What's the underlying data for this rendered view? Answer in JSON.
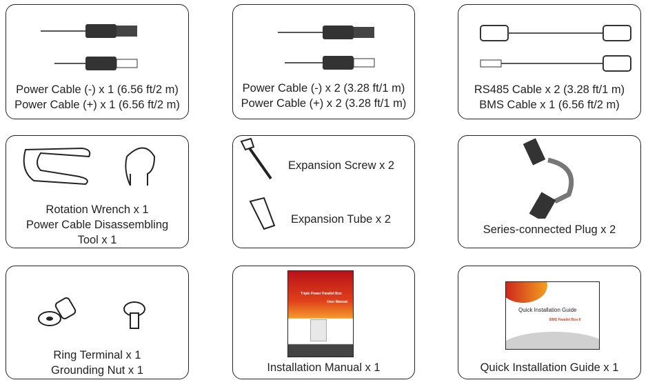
{
  "items": [
    {
      "lines": [
        "Power Cable (-) x 1 (6.56 ft/2 m)",
        "Power Cable (+) x 1 (6.56 ft/2 m)"
      ]
    },
    {
      "lines": [
        "Power Cable (-) x 2 (3.28 ft/1 m)",
        "Power Cable (+) x 2 (3.28 ft/1 m)"
      ]
    },
    {
      "lines": [
        "RS485 Cable x 2 (3.28 ft/1 m)",
        "BMS Cable x 1 (6.56 ft/2 m)"
      ]
    },
    {
      "lines": [
        "Rotation Wrench x 1",
        "Power Cable Disassembling",
        "Tool x 1"
      ]
    },
    {
      "lines": [
        "Expansion Screw x 2",
        "Expansion Tube x 2"
      ]
    },
    {
      "lines": [
        "Series-connected Plug x 2"
      ]
    },
    {
      "lines": [
        "Ring Terminal x 1",
        "Grounding Nut x 1"
      ]
    },
    {
      "lines": [
        "Installation Manual x 1"
      ],
      "cover_title": "Triple Power Parallel Box",
      "cover_subtitle": "User Manual"
    },
    {
      "lines": [
        "Quick Installation Guide x 1"
      ],
      "cover_title": "Quick Installation Guide",
      "cover_subtitle": "BMS Parallel Box-II"
    }
  ]
}
